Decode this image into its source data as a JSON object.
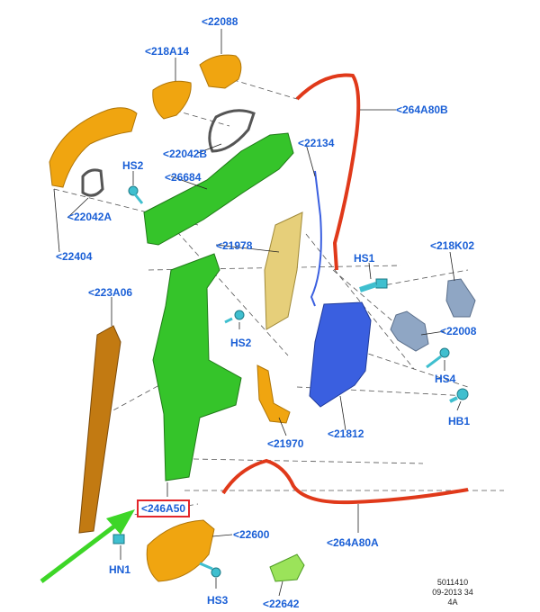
{
  "labels": {
    "l_22088": "<22088",
    "l_218A14": "<218A14",
    "l_264A80B": "<264A80B",
    "l_22042B": "<22042B",
    "l_22134": "<22134",
    "l_HS2_top": "HS2",
    "l_26684": "<26684",
    "l_22042A": "<22042A",
    "l_22404": "<22404",
    "l_21978": "<21978",
    "l_218K02": "<218K02",
    "l_HS1": "HS1",
    "l_223A06": "<223A06",
    "l_HS2_mid": "HS2",
    "l_22008": "<22008",
    "l_HS4": "HS4",
    "l_HB1": "HB1",
    "l_21812": "<21812",
    "l_21970": "<21970",
    "l_246A50": "<246A50",
    "l_22600": "<22600",
    "l_264A80A": "<264A80A",
    "l_HN1": "HN1",
    "l_HS3": "HS3",
    "l_22642": "<22642"
  },
  "footer": {
    "code": "5011410",
    "date": "09-2013 34",
    "rev": "4A"
  },
  "colors": {
    "label": "#1a5fd6",
    "highlight_box": "#e3262b",
    "arrow": "#3dd627",
    "handle_orange": "#f0a510",
    "frame_green": "#35c42a",
    "latch_blue": "#3a5fe0",
    "cable_red": "#e0391a",
    "fastener_cyan": "#3fbfcf",
    "bracket_grey": "#8fa6c4",
    "beige_panel": "#e6cf7a"
  }
}
